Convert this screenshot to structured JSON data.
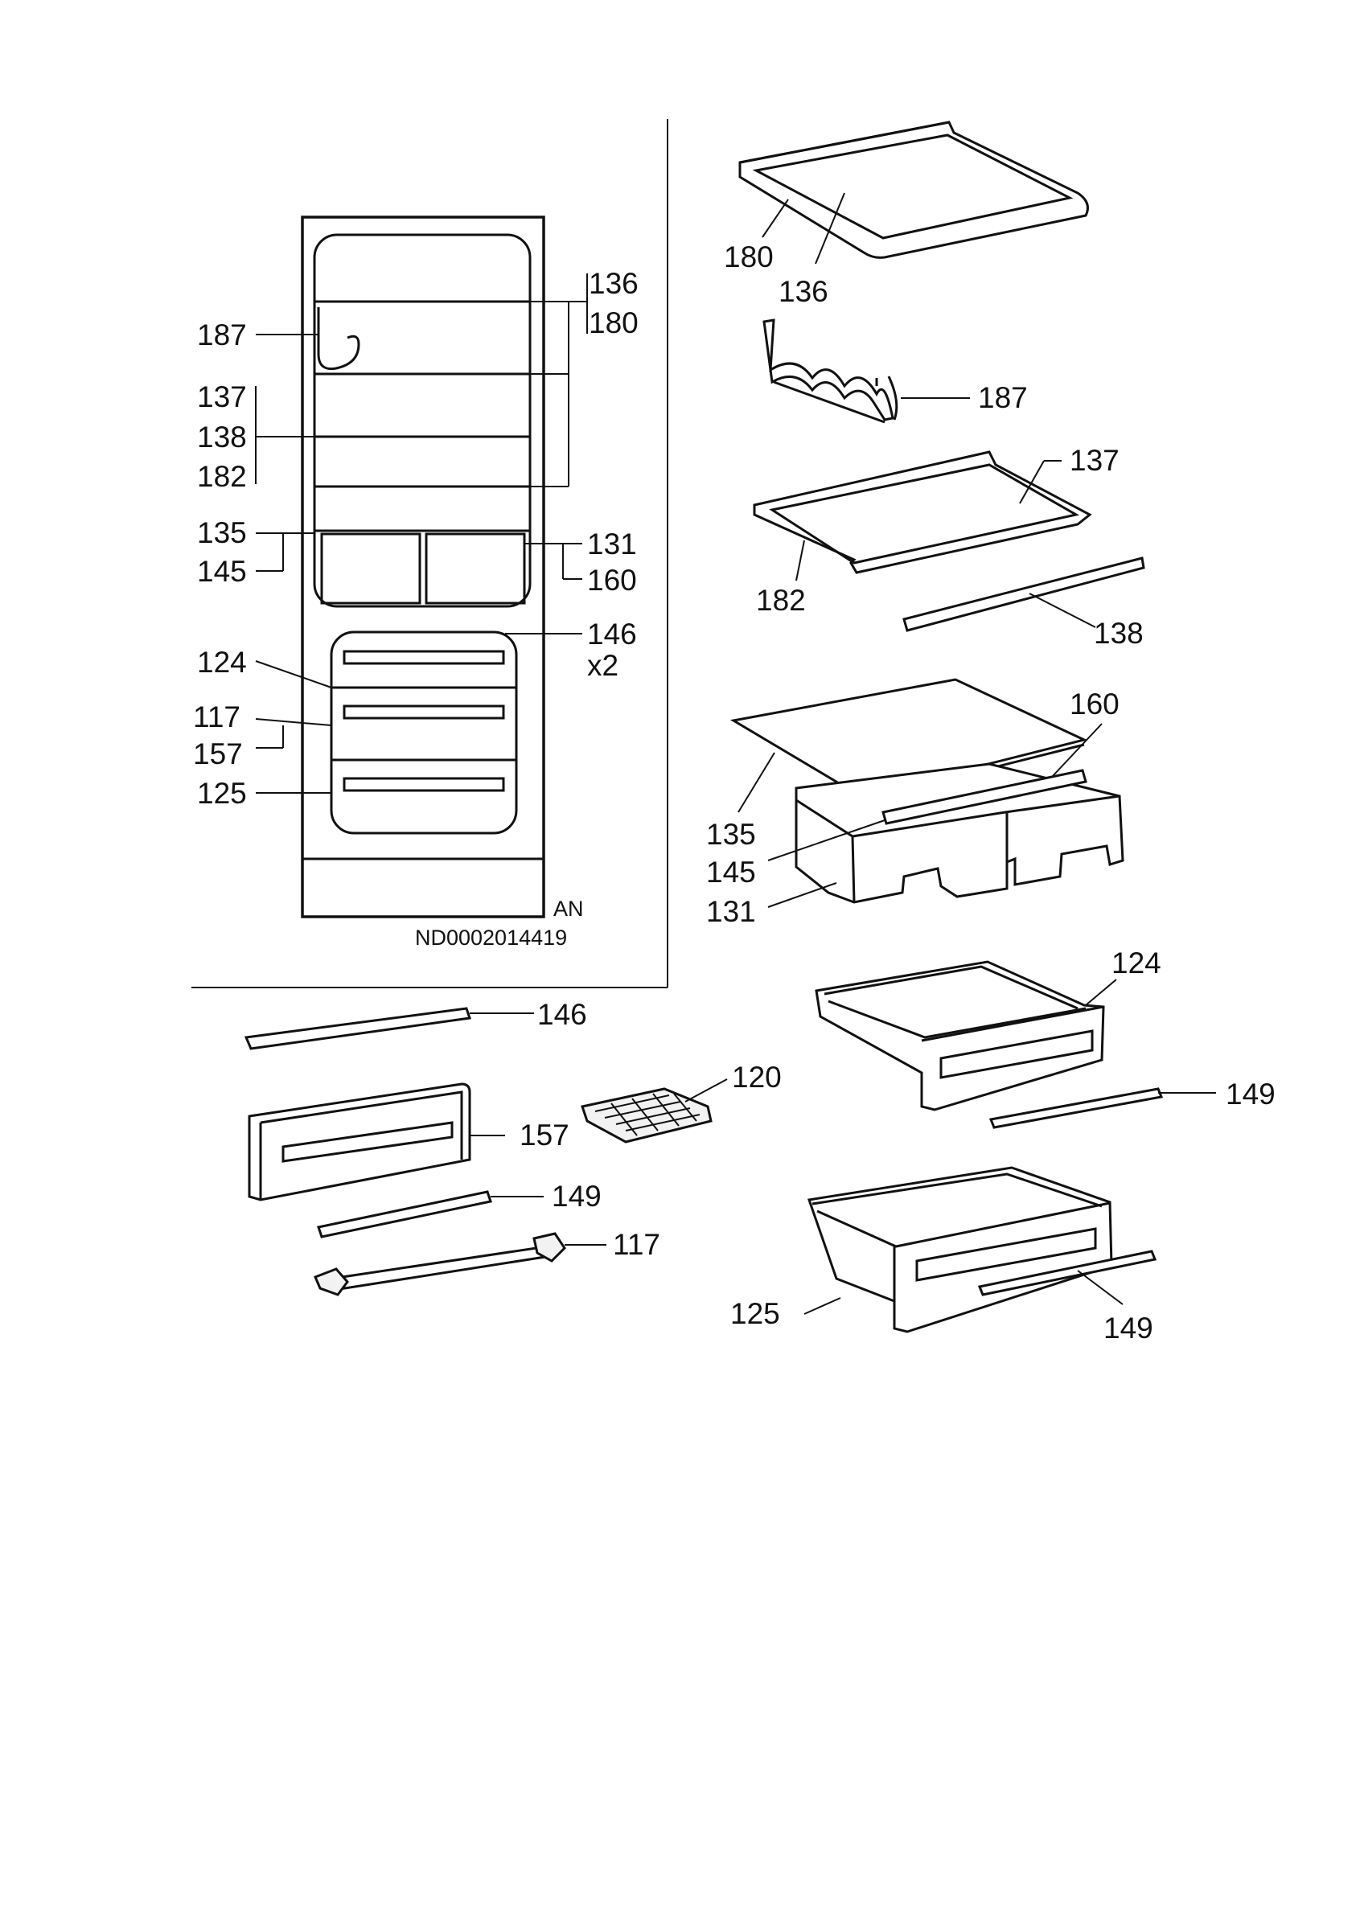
{
  "callouts": {
    "l136": "136",
    "l180": "180",
    "l187": "187",
    "l137": "137",
    "l138": "138",
    "l182": "182",
    "l135": "135",
    "l145": "145",
    "l131": "131",
    "l160": "160",
    "l146": "146",
    "lx2": "x2",
    "l124": "124",
    "l117": "117",
    "l157": "157",
    "l125": "125",
    "p180": "180",
    "p136": "136",
    "p187": "187",
    "p137": "137",
    "p182": "182",
    "p138": "138",
    "p160": "160",
    "p135": "135",
    "p145": "145",
    "p131": "131",
    "p124": "124",
    "p149a": "149",
    "p146": "146",
    "p120": "120",
    "p157": "157",
    "p149b": "149",
    "p117": "117",
    "p125": "125",
    "p149c": "149"
  },
  "footer": {
    "variant": "AN",
    "drawing_number": "ND0002014419"
  }
}
